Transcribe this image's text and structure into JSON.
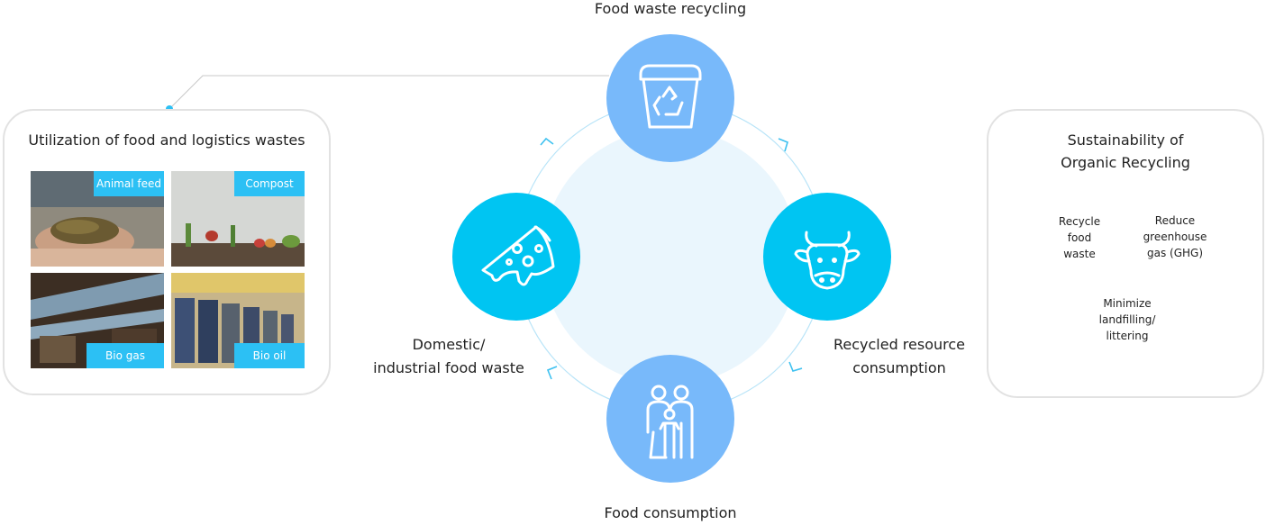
{
  "utilization": {
    "title": "Utilization of food and logistics wastes",
    "items": [
      {
        "label": "Animal feed"
      },
      {
        "label": "Compost"
      },
      {
        "label": "Bio gas"
      },
      {
        "label": "Bio oil"
      }
    ]
  },
  "cycle": {
    "top": "Food waste recycling",
    "right_line1": "Recycled resource",
    "right_line2": "consumption",
    "bottom": "Food consumption",
    "left_line1": "Domestic/",
    "left_line2": "industrial food waste"
  },
  "icons": {
    "top": "recycle-bin-icon",
    "right": "cow-icon",
    "bottom": "family-icon",
    "left": "pizza-slice-icon"
  },
  "sustainability": {
    "title_line1": "Sustainability of",
    "title_line2": "Organic Recycling",
    "hex1": [
      "Recycle",
      "food",
      "waste"
    ],
    "hex2": [
      "Reduce",
      "greenhouse",
      "gas (GHG)"
    ],
    "hex3": [
      "Minimize",
      "landfilling/",
      "littering"
    ]
  },
  "colors": {
    "cyan_circle": "#00c5f2",
    "blue_circle": "#78b9fa",
    "ring_fill": "#eaf6fd",
    "label_bg": "#2cc0f4",
    "hex_light": "#28c4f2",
    "hex_dark": "#4a8fd6"
  }
}
